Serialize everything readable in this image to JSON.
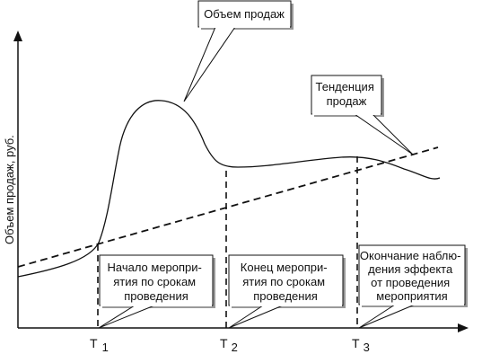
{
  "axes": {
    "y_label": "Объем продаж, руб."
  },
  "callouts": {
    "sales_volume": "Объем продаж",
    "sales_trend": [
      "Тенденция",
      "продаж"
    ],
    "start": [
      "Начало меропри-",
      "ятия по срокам",
      "проведения"
    ],
    "end": [
      "Конец меропри-",
      "ятия по срокам",
      "проведения"
    ],
    "observation_end": [
      "Окончание наблю-",
      "дения эффекта",
      "от проведения",
      "мероприятия"
    ]
  },
  "ticks": [
    {
      "main": "Т",
      "sub": "1"
    },
    {
      "main": "Т",
      "sub": "2"
    },
    {
      "main": "Т",
      "sub": "3"
    }
  ]
}
